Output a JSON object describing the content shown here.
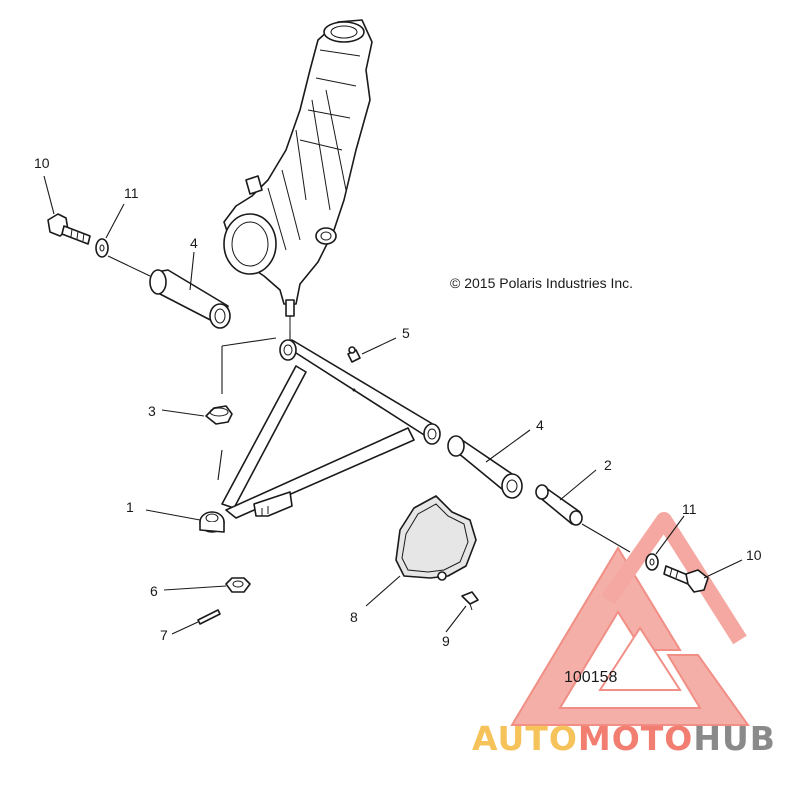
{
  "copyright": "© 2015 Polaris Industries Inc.",
  "diagram_id": "100158",
  "callouts": [
    {
      "id": "callout-10-left",
      "label": "10"
    },
    {
      "id": "callout-11-left",
      "label": "11"
    },
    {
      "id": "callout-4-left",
      "label": "4"
    },
    {
      "id": "callout-5",
      "label": "5"
    },
    {
      "id": "callout-3",
      "label": "3"
    },
    {
      "id": "callout-1",
      "label": "1"
    },
    {
      "id": "callout-4-right",
      "label": "4"
    },
    {
      "id": "callout-2",
      "label": "2"
    },
    {
      "id": "callout-11-right",
      "label": "11"
    },
    {
      "id": "callout-10-right",
      "label": "10"
    },
    {
      "id": "callout-6",
      "label": "6"
    },
    {
      "id": "callout-7",
      "label": "7"
    },
    {
      "id": "callout-8",
      "label": "8"
    },
    {
      "id": "callout-9",
      "label": "9"
    }
  ],
  "watermark": {
    "part1": "AUTO",
    "part2": "MOTO",
    "part3": "HUB",
    "color_auto": "#f6c25a",
    "color_moto": "#f27e72",
    "color_hub": "#8a8a8a",
    "color_logo": "#f07a6e"
  }
}
